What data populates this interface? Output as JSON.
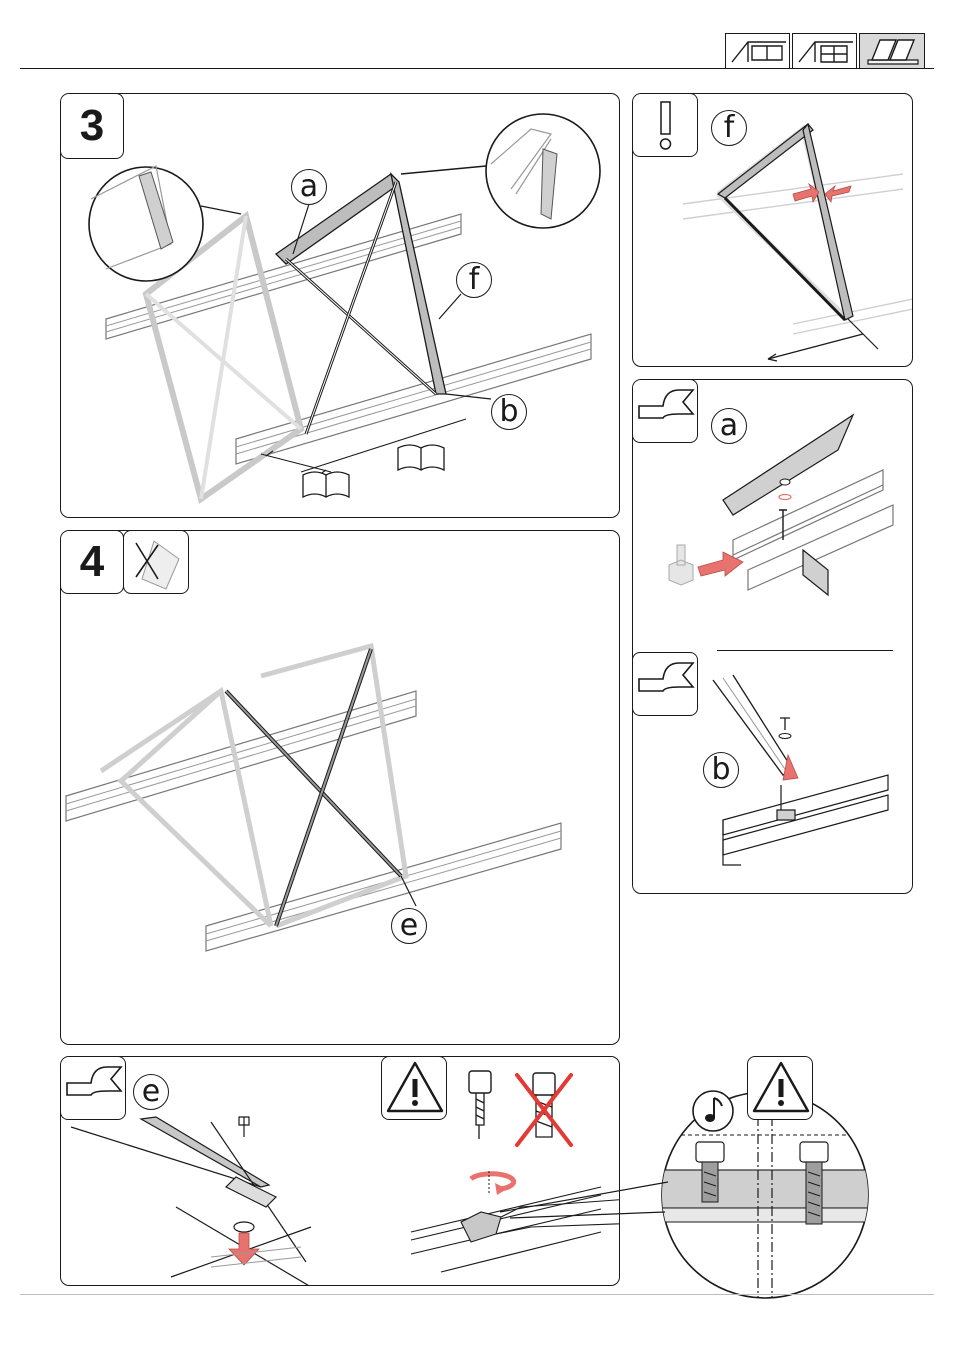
{
  "header": {
    "icons": [
      "roof-pitched-icon",
      "roof-frame-icon",
      "flat-roof-icon"
    ]
  },
  "step3": {
    "number": "3",
    "labels": {
      "a": "a",
      "f": "f",
      "b": "b"
    },
    "icons": [
      "manual-book-icon",
      "manual-book-icon"
    ]
  },
  "step4": {
    "number": "4",
    "labels": {
      "e": "e"
    },
    "icons": [
      "no-brace-icon"
    ]
  },
  "detail_f": {
    "label": "f",
    "icons": [
      "exclamation-icon"
    ]
  },
  "detail_a": {
    "label": "a",
    "icons": [
      "wrench-icon"
    ]
  },
  "detail_b": {
    "label": "b",
    "icons": [
      "wrench-icon"
    ]
  },
  "detail_e": {
    "label": "e",
    "icons": [
      "wrench-icon",
      "warning-icon",
      "screw-icon",
      "crossed-screw-icon",
      "rotate-icon"
    ]
  },
  "detail_sound": {
    "icons": [
      "music-note-icon",
      "warning-icon"
    ]
  },
  "colors": {
    "line": "#1a1a1a",
    "arrow": "#e8736e",
    "metal": "#c8c8c8",
    "ghost": "#bdbdbd",
    "red_cross": "#e53935"
  }
}
